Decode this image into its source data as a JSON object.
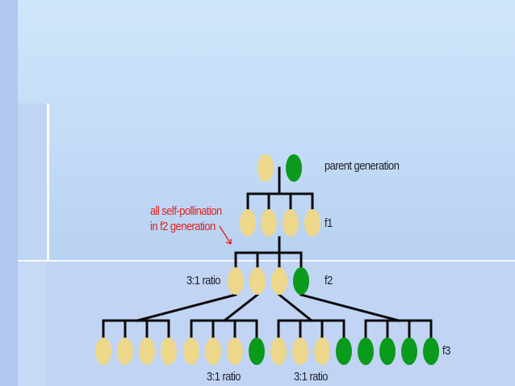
{
  "labels": {
    "parent": "parent generation",
    "f1": "f1",
    "f2": "f2",
    "f3": "f3",
    "ratio_f2": "3:1 ratio",
    "ratio_f3_left": "3:1 ratio",
    "ratio_f3_right": "3:1 ratio",
    "annotation_line1": "all self-pollination",
    "annotation_line2": "in f2 generation"
  },
  "colors": {
    "yellow": "#ecd78a",
    "green": "#0a9a1c",
    "annotation": "#e0201a",
    "line": "#0b0b0b"
  },
  "generations": {
    "parent": [
      "yellow",
      "green"
    ],
    "f1": [
      "yellow",
      "yellow",
      "yellow",
      "yellow"
    ],
    "f2": [
      "yellow",
      "yellow",
      "yellow",
      "green"
    ],
    "f3": [
      [
        "yellow",
        "yellow",
        "yellow",
        "yellow"
      ],
      [
        "yellow",
        "yellow",
        "yellow",
        "green"
      ],
      [
        "yellow",
        "yellow",
        "yellow",
        "green"
      ],
      [
        "green",
        "green",
        "green",
        "green"
      ]
    ]
  }
}
